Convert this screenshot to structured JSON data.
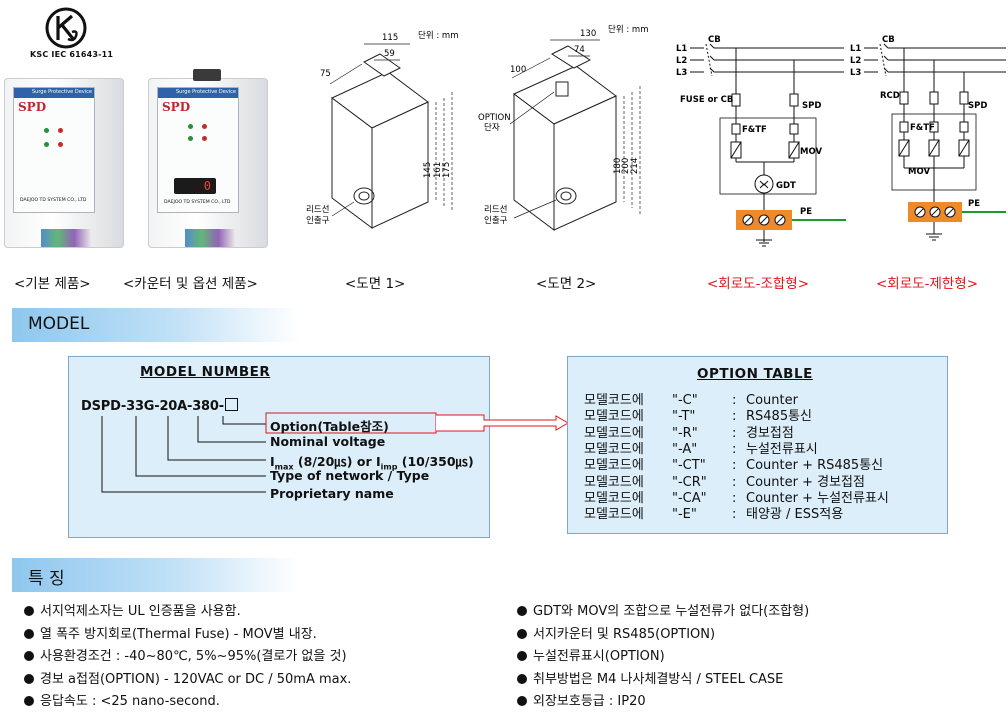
{
  "certification": {
    "logo_letters": "KS",
    "code": "KSC IEC 61643-11"
  },
  "products": {
    "basic": {
      "brand": "SPD",
      "device_name": "Surge Protective Device",
      "maker": "DAEJOO TD SYSTEM CO., LTD",
      "caption": "<기본 제품>"
    },
    "counter": {
      "brand": "SPD",
      "device_name": "Surge Protective Device",
      "maker": "DAEJOO TD SYSTEM CO., LTD",
      "counter_value": "0",
      "caption": "<카운터 및 옵션 제품>"
    }
  },
  "drawing1": {
    "unit": "단위 : mm",
    "width_outer": "115",
    "width_inner": "59",
    "depth": "75",
    "h1": "145",
    "h2": "161",
    "h3": "175",
    "lead_label": "리드선\n인출구",
    "caption": "<도면 1>"
  },
  "drawing2": {
    "unit": "단위 : mm",
    "width_outer": "130",
    "width_inner": "74",
    "depth": "100",
    "h1": "180",
    "h2": "200",
    "h3": "214",
    "option_label": "OPTION\n단자",
    "lead_label": "리드선\n인출구",
    "caption": "<도면 2>"
  },
  "circuit1": {
    "lines": [
      "L1",
      "L2",
      "L3"
    ],
    "cb": "CB",
    "fuse": "FUSE or CB",
    "spd": "SPD",
    "ftf": "F&TF",
    "mov": "MOV",
    "gdt": "GDT",
    "pe": "PE",
    "caption": "<회로도-조합형>"
  },
  "circuit2": {
    "lines": [
      "L1",
      "L2",
      "L3"
    ],
    "cb": "CB",
    "rcd": "RCD",
    "spd": "SPD",
    "ftf": "F&TF",
    "mov": "MOV",
    "pe": "PE",
    "caption": "<회로도-제한형>"
  },
  "sections": {
    "model": "MODEL",
    "features": "특 징"
  },
  "model_number": {
    "title": "MODEL NUMBER",
    "code": "DSPD-33G-20A-380-",
    "labels": {
      "option": "Option(Table참조)",
      "voltage": "Nominal voltage",
      "imax": "I",
      "imax_sub": "max",
      "imax_rest": " (8/20㎲) or I",
      "imp_sub": "imp",
      "imp_rest": " (10/350㎲)",
      "type": "Type of network / Type",
      "name": "Proprietary name"
    }
  },
  "option_table": {
    "title": "OPTION TABLE",
    "prefix": "모델코드에",
    "rows": [
      {
        "code": "\"-C\"",
        "desc": "Counter"
      },
      {
        "code": "\"-T\"",
        "desc": "RS485통신"
      },
      {
        "code": "\"-R\"",
        "desc": "경보접점"
      },
      {
        "code": "\"-A\"",
        "desc": "누설전류표시"
      },
      {
        "code": "\"-CT\"",
        "desc": "Counter + RS485통신"
      },
      {
        "code": "\"-CR\"",
        "desc": "Counter + 경보접점"
      },
      {
        "code": "\"-CA\"",
        "desc": "Counter + 누설전류표시"
      },
      {
        "code": "\"-E\"",
        "desc": "태양광 / ESS적용"
      }
    ]
  },
  "features": {
    "left": [
      "서지억제소자는 UL 인증품을 사용함.",
      "열 폭주 방지회로(Thermal Fuse) - MOV별 내장.",
      "사용환경조건 : -40~80℃, 5%~95%(결로가 없을 것)",
      "경보 a접점(OPTION) - 120VAC or DC / 50mA max.",
      "응답속도 : <25 nano-second."
    ],
    "right": [
      "GDT와 MOV의 조합으로 누설전류가 없다(조합형)",
      "서지카운터 및 RS485(OPTION)",
      "누설전류표시(OPTION)",
      "취부방법은 M4 나사체결방식 / STEEL CASE",
      "외장보호등급 : IP20"
    ]
  },
  "colors": {
    "accent_red": "#e0151b",
    "box_bg": "#dceef9",
    "terminal_orange": "#f08a28",
    "pe_green": "#1f9a2c"
  }
}
